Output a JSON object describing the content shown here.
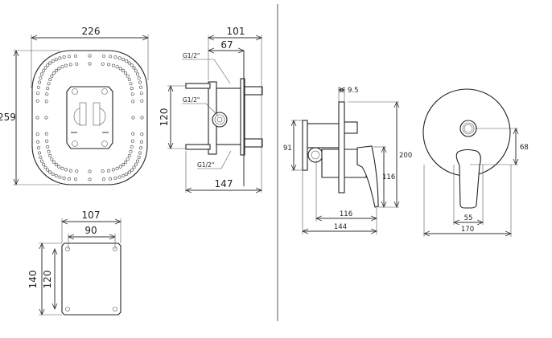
{
  "drawing": {
    "mounting_box_front": {
      "width": "226",
      "height": "259"
    },
    "mounting_box_side": {
      "total_depth": "101",
      "inner_depth": "67",
      "inlet_spacing": "120",
      "overall_length": "147",
      "thread_top": "G1/2\"",
      "thread_middle": "G1/2\"",
      "thread_bottom": "G1/2\""
    },
    "template": {
      "outer_width": "107",
      "inner_width": "90",
      "outer_height": "140",
      "inner_height": "120"
    },
    "mixer_side": {
      "plate_thickness": "9.5",
      "plate_height": "200",
      "handle_height": "116",
      "body_height": "91",
      "handle_projection": "116",
      "total_projection": "144"
    },
    "mixer_front": {
      "axis_distance": "68",
      "handle_width": "55",
      "plate_diameter": "170"
    }
  }
}
